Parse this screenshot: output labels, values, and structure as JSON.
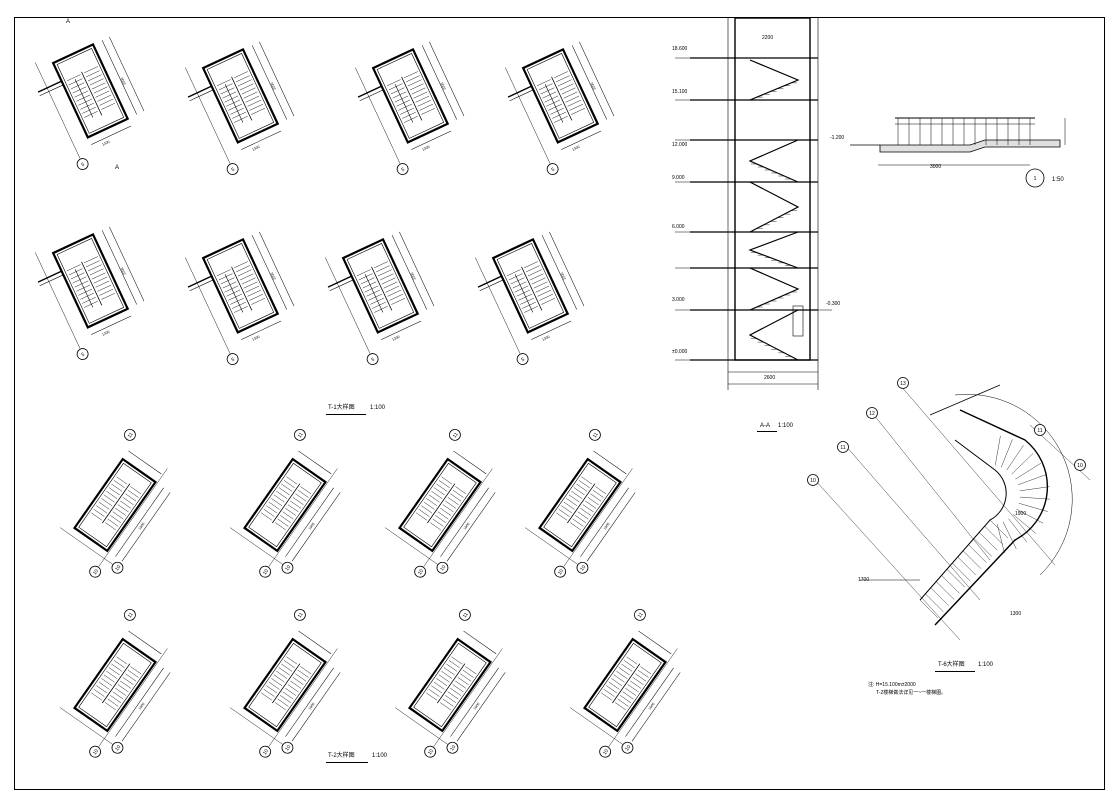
{
  "drawing": {
    "background": "#ffffff",
    "line_color": "#000000",
    "hatch_color": "#888888"
  },
  "labels": {
    "t1_title": "T-1大样图",
    "t1_scale": "1:100",
    "t2_title": "T-2大样图",
    "t2_scale": "1:100",
    "t6_title": "T-6大样图",
    "t6_scale": "1:100",
    "section_title": "A-A",
    "section_scale": "1:100",
    "detail_number": "1",
    "detail_scale": "1:50",
    "section_mark": "A",
    "grid_5": "5",
    "grid_10": "10",
    "grid_11": "11",
    "grid_12": "12",
    "grid_13": "13",
    "note_line1": "注: H=15.100m±2000",
    "note_line2": "T-2楼梯做法详见一~一楼梯图。"
  },
  "elevations": {
    "top": "18.600",
    "e1": "15.100",
    "e2": "12.000",
    "e3": "9.000",
    "e4": "6.000",
    "e5": "3.000",
    "e6": "±0.000",
    "e7": "-0.300",
    "e8": "-1.200"
  },
  "dimensions": {
    "d1": "1300",
    "d2": "2200",
    "d3": "1900",
    "d4": "2600",
    "d5": "3000",
    "d6": "1700"
  }
}
